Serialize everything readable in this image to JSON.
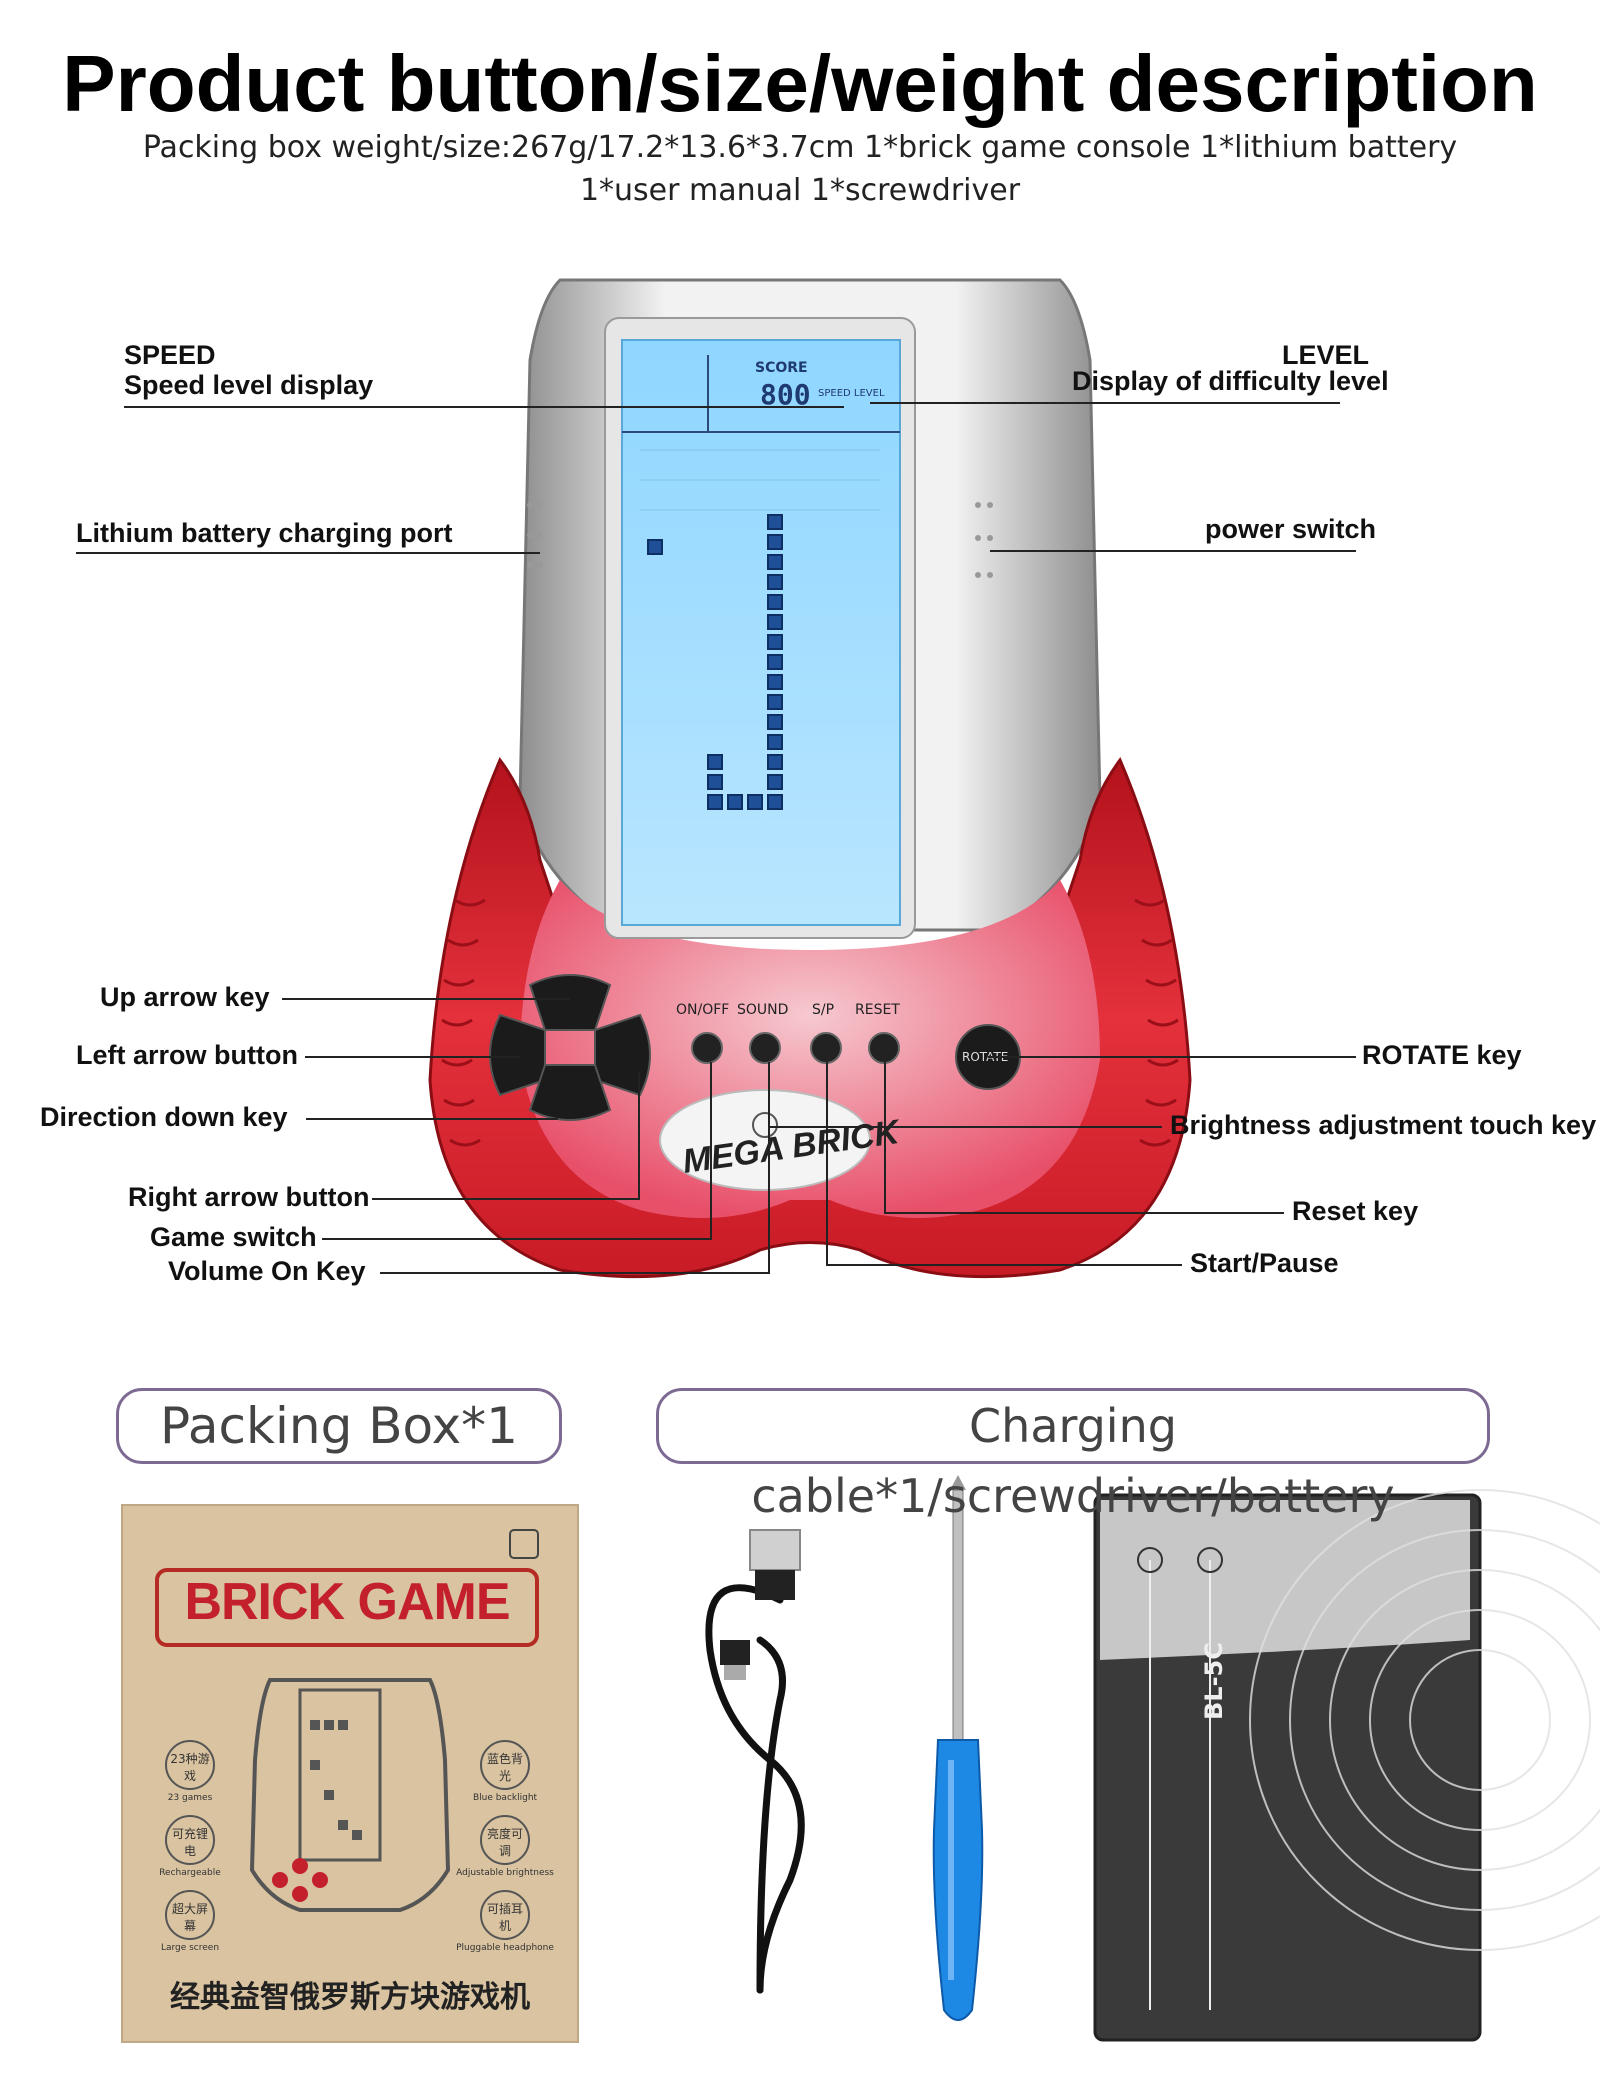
{
  "header": {
    "title": "Product button/size/weight description",
    "subtitle_line1": "Packing box weight/size:267g/17.2*13.6*3.7cm  1*brick game console     1*lithium battery",
    "subtitle_line2": "1*user manual  1*screwdriver"
  },
  "callouts": {
    "speed_title": "SPEED",
    "speed_desc": "Speed level display",
    "level_title": "LEVEL",
    "level_desc": "Display of difficulty level",
    "charging_port": "Lithium battery charging port",
    "power_switch": "power switch",
    "up_arrow": "Up arrow key",
    "left_arrow": "Left arrow button",
    "down_key": "Direction down key",
    "right_arrow": "Right arrow button",
    "game_switch": "Game switch",
    "volume_key": "Volume On Key",
    "rotate_key": "ROTATE key",
    "brightness_key": "Brightness adjustment touch key",
    "reset_key": "Reset key",
    "start_pause": "Start/Pause"
  },
  "console": {
    "screen_score_label": "SCORE",
    "screen_score_value": "800",
    "screen_speed_level": "SPEED LEVEL",
    "buttons": [
      "ON/OFF",
      "SOUND",
      "S/P",
      "RESET"
    ],
    "rotate_label": "ROTATE",
    "brand_logo": "MEGA BRICK"
  },
  "accessories": {
    "packing_box_title": "Packing Box*1",
    "cable_title": "Charging cable*1/screwdriver/battery",
    "box_brand": "BRICK GAME",
    "box_chinese_title": "经典益智俄罗斯方块游戏机",
    "box_features": [
      {
        "cn": "23种游戏",
        "en": "23 games"
      },
      {
        "cn": "可充锂电",
        "en": "Rechargeable"
      },
      {
        "cn": "超大屏幕",
        "en": "Large screen"
      },
      {
        "cn": "蓝色背光",
        "en": "Blue backlight"
      },
      {
        "cn": "亮度可调",
        "en": "Adjustable brightness"
      },
      {
        "cn": "可插耳机",
        "en": "Pluggable headphone"
      }
    ],
    "battery_model": "BL-5C"
  },
  "colors": {
    "console_red": "#d2202a",
    "console_silver": "#c8c8c8",
    "screen_blue": "#8fd6ff",
    "box_kraft": "#d9c3a0",
    "pill_border": "#7d6a93",
    "screwdriver_blue": "#1e88e5"
  }
}
